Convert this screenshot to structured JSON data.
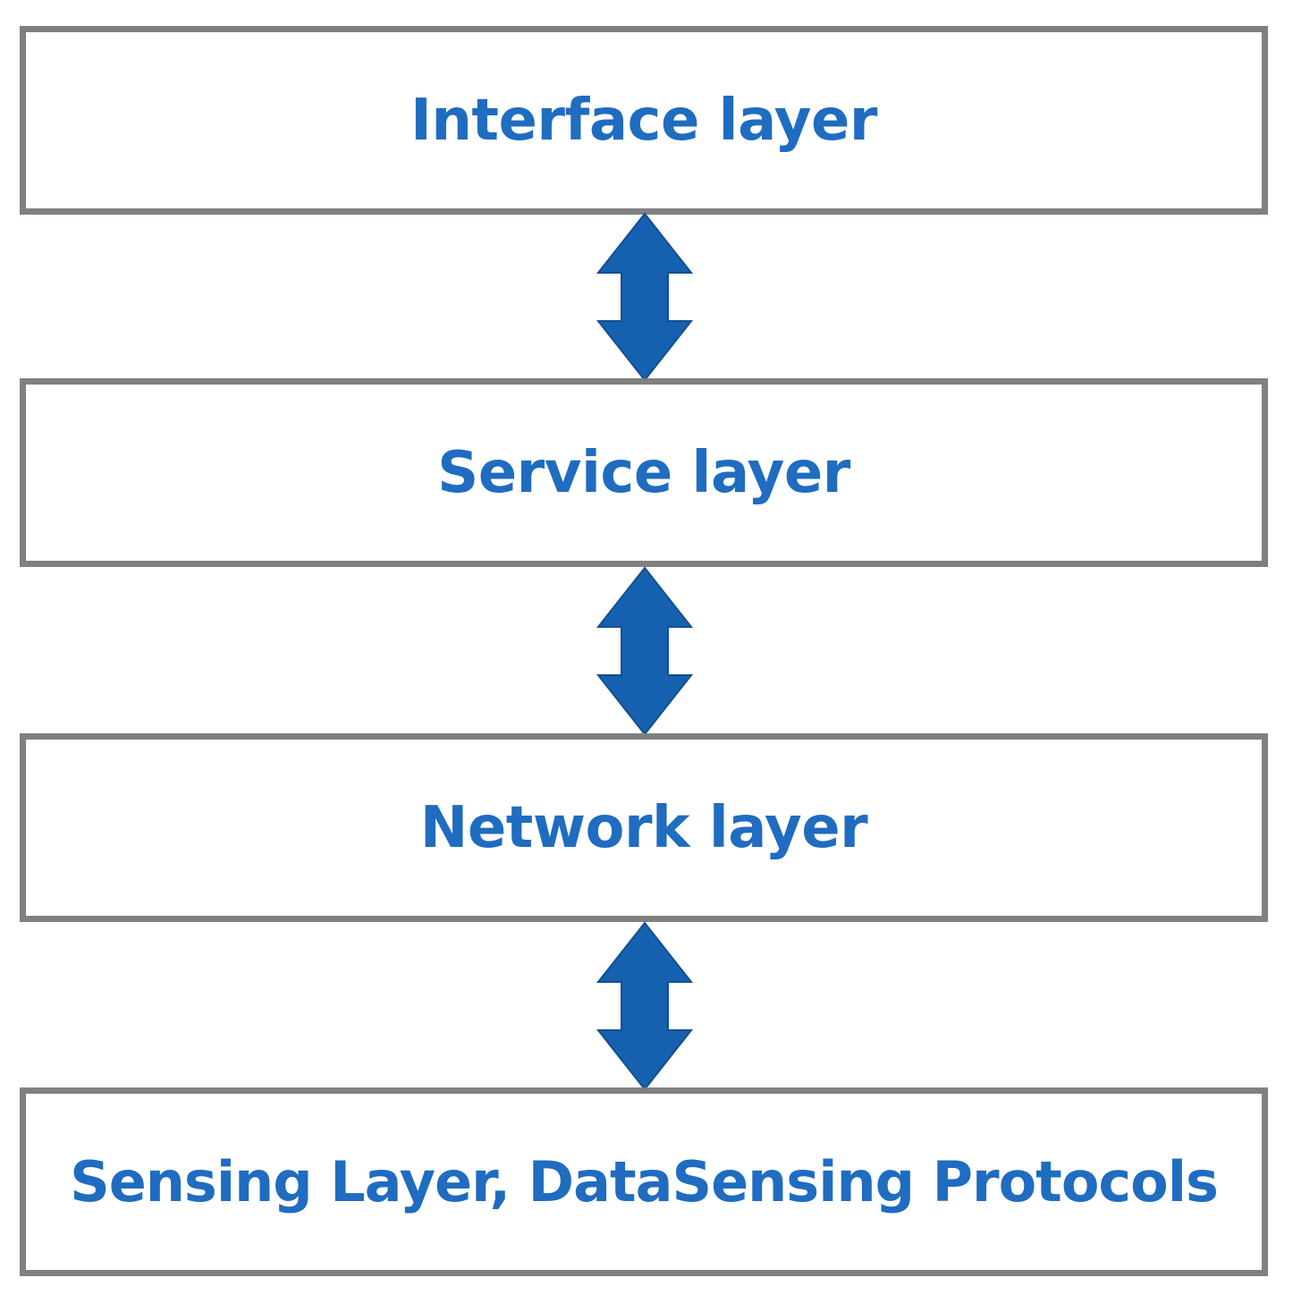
{
  "colors": {
    "text": "#1f6cc0",
    "box_border": "#808080",
    "arrow_fill": "#1660b0",
    "arrow_stroke": "#124f8f"
  },
  "layers": [
    {
      "label": "Interface layer"
    },
    {
      "label": "Service layer"
    },
    {
      "label": "Network layer"
    },
    {
      "label": "Sensing Layer, DataSensing Protocols"
    }
  ],
  "connectors": [
    {
      "from": "Interface layer",
      "to": "Service layer",
      "icon": "double-arrow-icon"
    },
    {
      "from": "Service layer",
      "to": "Network layer",
      "icon": "double-arrow-icon"
    },
    {
      "from": "Network layer",
      "to": "Sensing Layer, DataSensing Protocols",
      "icon": "double-arrow-icon"
    }
  ]
}
